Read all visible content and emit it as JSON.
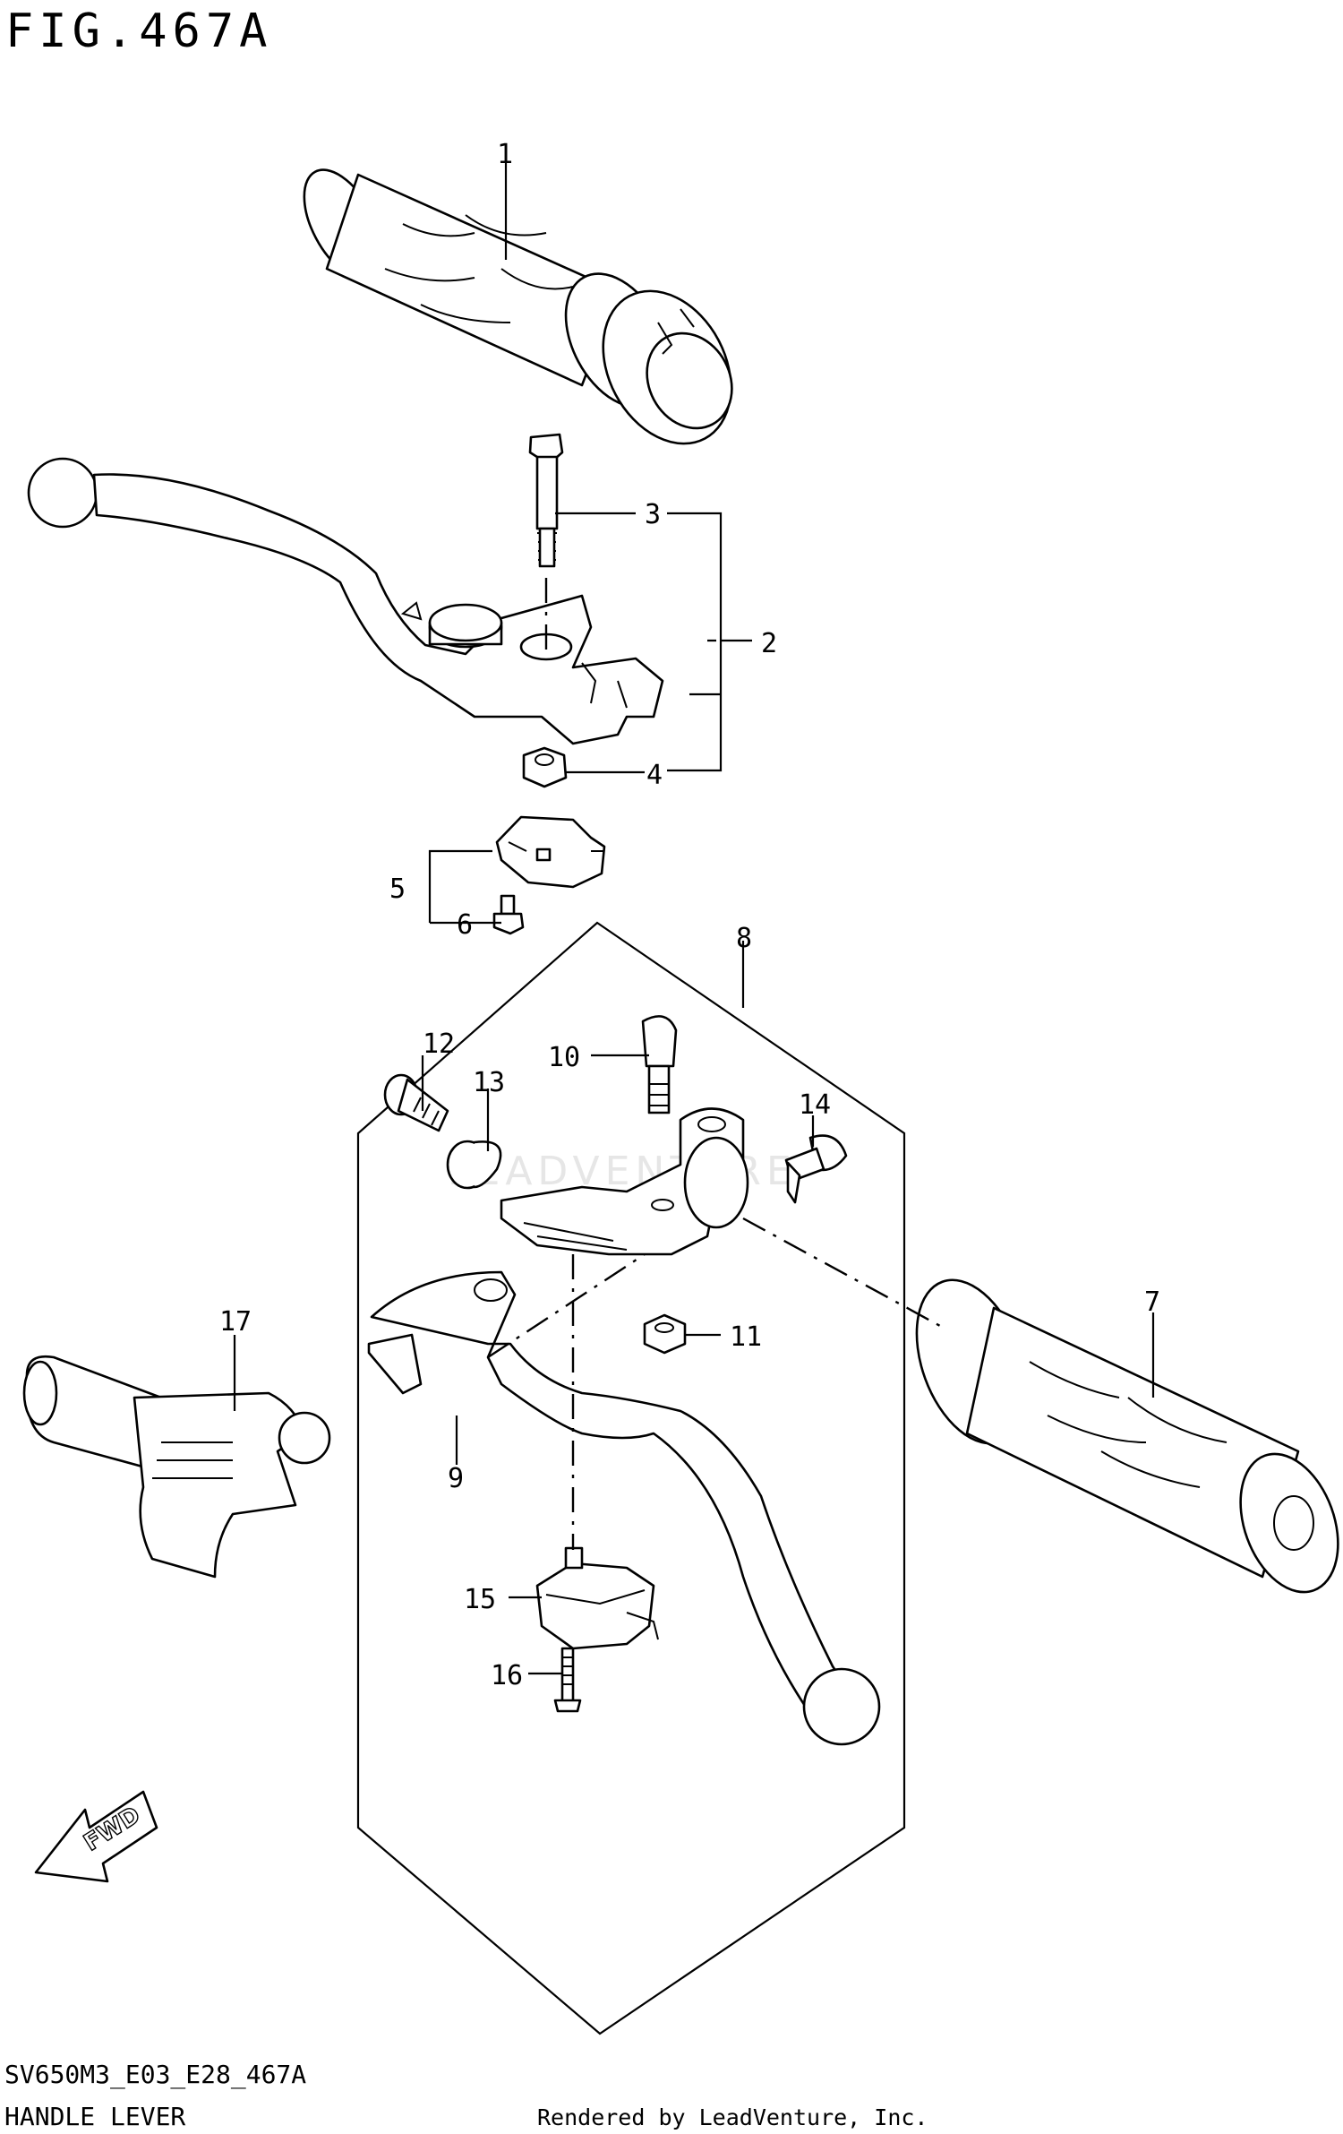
{
  "figure_title": "FIG.467A",
  "footer": {
    "model_code": "SV650M3_E03_E28_467A",
    "section_name": "HANDLE LEVER",
    "rendered_by": "Rendered by LeadVenture, Inc."
  },
  "watermark": "LEADVENTURE",
  "fwd_arrow_label": "FWD",
  "callouts": [
    {
      "id": "callout-1",
      "text": "1"
    },
    {
      "id": "callout-2",
      "text": "2"
    },
    {
      "id": "callout-3",
      "text": "3"
    },
    {
      "id": "callout-4",
      "text": "4"
    },
    {
      "id": "callout-5",
      "text": "5"
    },
    {
      "id": "callout-6",
      "text": "6"
    },
    {
      "id": "callout-7",
      "text": "7"
    },
    {
      "id": "callout-8",
      "text": "8"
    },
    {
      "id": "callout-9",
      "text": "9"
    },
    {
      "id": "callout-10",
      "text": "10"
    },
    {
      "id": "callout-11",
      "text": "11"
    },
    {
      "id": "callout-12",
      "text": "12"
    },
    {
      "id": "callout-13",
      "text": "13"
    },
    {
      "id": "callout-14",
      "text": "14"
    },
    {
      "id": "callout-15",
      "text": "15"
    },
    {
      "id": "callout-16",
      "text": "16"
    },
    {
      "id": "callout-17",
      "text": "17"
    }
  ]
}
